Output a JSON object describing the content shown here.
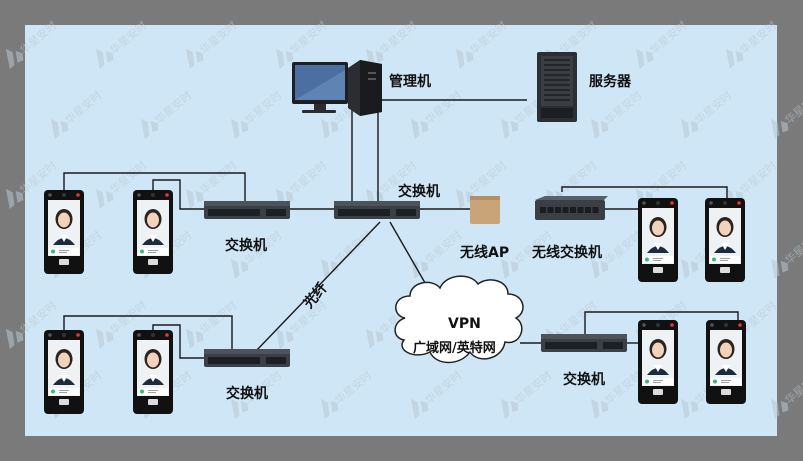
{
  "watermark": {
    "text": "华星安时",
    "color": "#b9c8d2"
  },
  "labels": {
    "admin_pc": "管理机",
    "server": "服务器",
    "core_switch": "交换机",
    "wireless_ap": "无线AP",
    "wireless_switch": "无线交换机",
    "left_top_switch": "交换机",
    "left_bottom_switch": "交换机",
    "right_bottom_switch": "交换机",
    "fiber": "光纤",
    "vpn_line1": "VPN",
    "vpn_line2": "广域网/英特网"
  },
  "colors": {
    "background": "#cfe6f6",
    "frame": "#7a7a7a",
    "line": "#1a1a1a",
    "switch_body": "#3b4046",
    "ap_body": "#c9a478",
    "terminal_body": "#111111",
    "terminal_screen": "#eef2f5"
  }
}
